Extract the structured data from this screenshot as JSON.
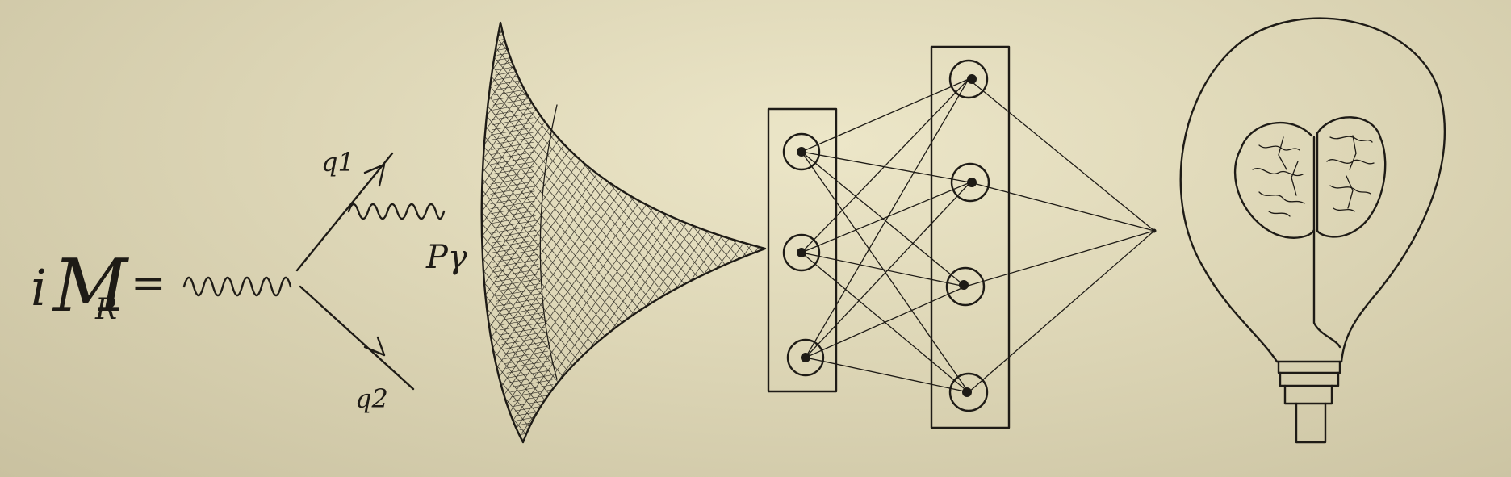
{
  "equation": {
    "lhs_i": "i",
    "lhs_M": "M",
    "lhs_sub": "R",
    "equals": "="
  },
  "feynman": {
    "q1": "q1",
    "q2": "q2",
    "p_gamma": "Pγ"
  },
  "network": {
    "layers": [
      3,
      4,
      1
    ]
  },
  "colors": {
    "paper": "#e6e0c2",
    "ink": "#1e1b16"
  },
  "icons": [
    "feynman-diagram",
    "hatched-cone",
    "neural-network",
    "brain-lightbulb-icon"
  ]
}
